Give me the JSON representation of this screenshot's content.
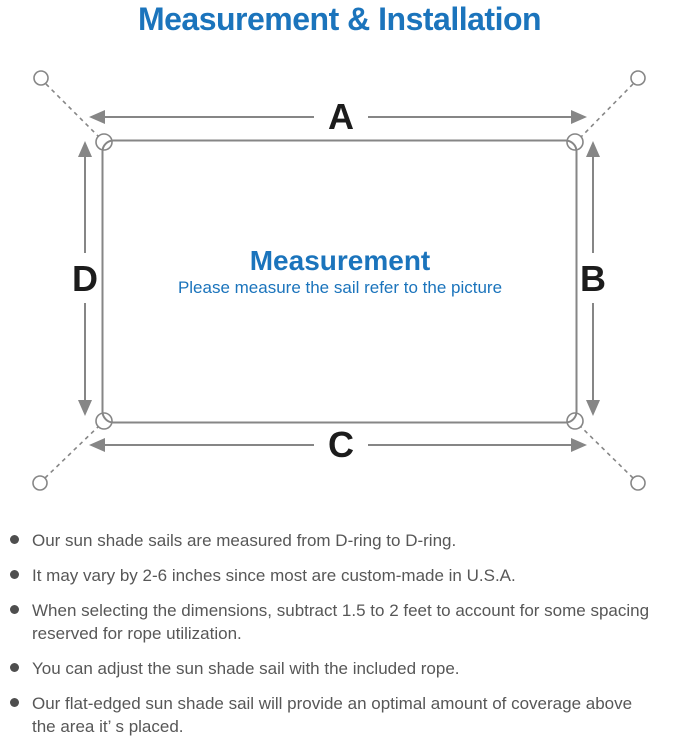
{
  "title": "Measurement & Installation",
  "colors": {
    "accent_blue": "#1b74bc",
    "line_gray": "#868686",
    "dim_label_black": "#1c1c1c",
    "body_text_gray": "#575757"
  },
  "diagram": {
    "center_title": "Measurement",
    "center_subtitle": "Please measure the sail refer to the picture",
    "dim_labels": {
      "top": "A",
      "right": "B",
      "bottom": "C",
      "left": "D"
    }
  },
  "bullets": [
    {
      "lines": [
        "Our sun shade sails are measured from D-ring to D-ring."
      ]
    },
    {
      "lines": [
        "It may vary by 2-6 inches since most are custom-made in U.S.A."
      ]
    },
    {
      "lines": [
        "When selecting the dimensions, subtract 1.5 to 2 feet to account for some spacing",
        "reserved for rope utilization."
      ]
    },
    {
      "lines": [
        "You can adjust the sun shade sail with the included rope."
      ]
    },
    {
      "lines": [
        "Our flat-edged sun shade sail will provide an optimal amount of coverage above",
        "the area it’ s placed."
      ]
    }
  ]
}
